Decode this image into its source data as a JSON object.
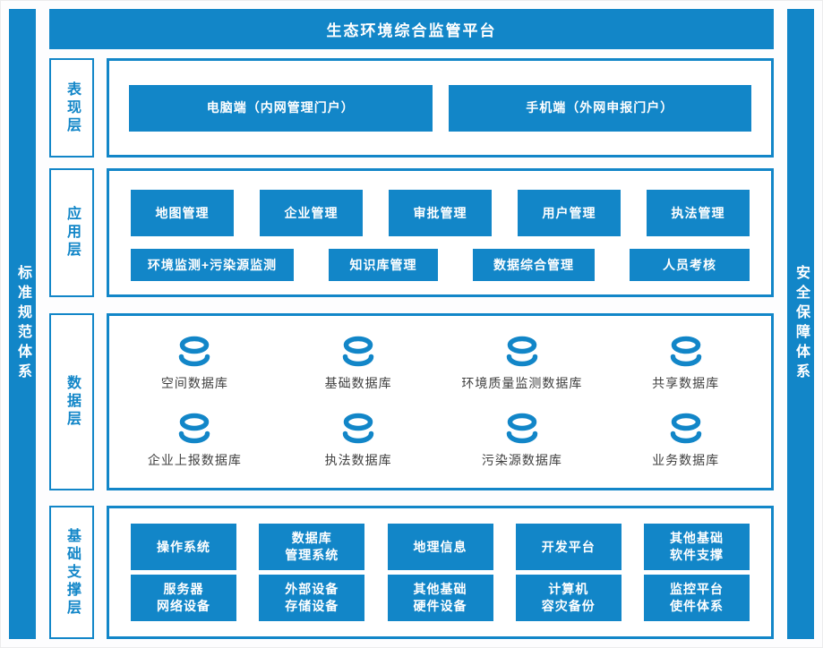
{
  "title": "生态环境综合监管平台",
  "pillars": {
    "left": "标准规范体系",
    "right": "安全保障体系"
  },
  "colors": {
    "primary": "#1286c8",
    "text_dark": "#3f3f3f",
    "background": "#ffffff"
  },
  "icons": {
    "database": "database-icon"
  },
  "layers": {
    "presentation": {
      "label": "表现层",
      "items": [
        "电脑端（内网管理门户）",
        "手机端（外网申报门户）"
      ]
    },
    "application": {
      "label": "应用层",
      "row1": [
        "地图管理",
        "企业管理",
        "审批管理",
        "用户管理",
        "执法管理"
      ],
      "row2": [
        "环境监测+污染源监测",
        "知识库管理",
        "数据综合管理",
        "人员考核"
      ]
    },
    "data": {
      "label": "数据层",
      "row1": [
        "空间数据库",
        "基础数据库",
        "环境质量监测数据库",
        "共享数据库"
      ],
      "row2": [
        "企业上报数据库",
        "执法数据库",
        "污染源数据库",
        "业务数据库"
      ]
    },
    "foundation": {
      "label": "基础支撑层",
      "row1": [
        "操作系统",
        "数据库\n管理系统",
        "地理信息",
        "开发平台",
        "其他基础\n软件支撑"
      ],
      "row2": [
        "服务器\n网络设备",
        "外部设备\n存储设备",
        "其他基础\n硬件设备",
        "计算机\n容灾备份",
        "监控平台\n使件体系"
      ]
    }
  }
}
